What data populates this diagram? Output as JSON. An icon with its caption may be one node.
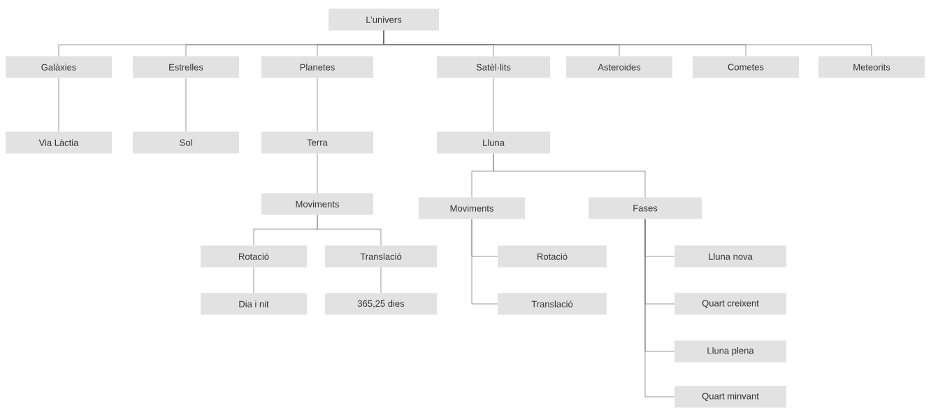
{
  "diagram": {
    "nodes": [
      {
        "text": [
          "L’univers"
        ]
      },
      {
        "text": [
          "Galàxies"
        ]
      },
      {
        "text": [
          "Estrelles"
        ]
      },
      {
        "text": [
          "Planetes"
        ]
      },
      {
        "text": [
          "Satèl·lits"
        ]
      },
      {
        "text": [
          "Asteroides"
        ]
      },
      {
        "text": [
          "Cometes"
        ]
      },
      {
        "text": [
          "Meteorits"
        ]
      },
      {
        "text": [
          "Via Làctia"
        ]
      },
      {
        "text": [
          "Sol"
        ]
      },
      {
        "text": [
          "Terra"
        ]
      },
      {
        "text": [
          "Lluna"
        ]
      },
      {
        "text": [
          "Moviments"
        ]
      },
      {
        "text": [
          "Moviments"
        ]
      },
      {
        "text": [
          "Fases"
        ]
      },
      {
        "text": [
          "Rotació"
        ]
      },
      {
        "text": [
          "Translació"
        ]
      },
      {
        "text": [
          "Rotació"
        ]
      },
      {
        "text": [
          "Translació"
        ]
      },
      {
        "text": [
          "Dia i nit"
        ]
      },
      {
        "text": [
          "365,25 dies"
        ]
      },
      {
        "text": [
          "Lluna nova"
        ]
      },
      {
        "text": [
          "Quart creixent"
        ]
      },
      {
        "text": [
          "Lluna plena"
        ]
      },
      {
        "text": [
          "Quart minvant"
        ]
      }
    ],
    "edges": [
      {
        "from": 0,
        "to": 1,
        "arrow": "none"
      },
      {
        "from": 0,
        "to": 2,
        "arrow": "none"
      },
      {
        "from": 0,
        "to": 3,
        "arrow": "none"
      },
      {
        "from": 0,
        "to": 4,
        "arrow": "none"
      },
      {
        "from": 0,
        "to": 5,
        "arrow": "none"
      },
      {
        "from": 0,
        "to": 6,
        "arrow": "none"
      },
      {
        "from": 0,
        "to": 7,
        "arrow": "none"
      },
      {
        "from": 1,
        "to": 8,
        "arrow": "none"
      },
      {
        "from": 2,
        "to": 9,
        "arrow": "none"
      },
      {
        "from": 3,
        "to": 10,
        "arrow": "none"
      },
      {
        "from": 4,
        "to": 11,
        "arrow": "none"
      },
      {
        "from": 10,
        "to": 12,
        "arrow": "none"
      },
      {
        "from": 11,
        "to": 13,
        "arrow": "none"
      },
      {
        "from": 11,
        "to": 14,
        "arrow": "none"
      },
      {
        "from": 12,
        "to": 15,
        "arrow": "none"
      },
      {
        "from": 12,
        "to": 16,
        "arrow": "none"
      },
      {
        "from": 13,
        "to": 17,
        "arrow": "none"
      },
      {
        "from": 13,
        "to": 18,
        "arrow": "none"
      },
      {
        "from": 15,
        "to": 19,
        "arrow": "none"
      },
      {
        "from": 16,
        "to": 20,
        "arrow": "none"
      },
      {
        "from": 14,
        "to": 21,
        "arrow": "none"
      },
      {
        "from": 14,
        "to": 22,
        "arrow": "none"
      },
      {
        "from": 14,
        "to": 23,
        "arrow": "none"
      },
      {
        "from": 14,
        "to": 24,
        "arrow": "none"
      }
    ]
  }
}
